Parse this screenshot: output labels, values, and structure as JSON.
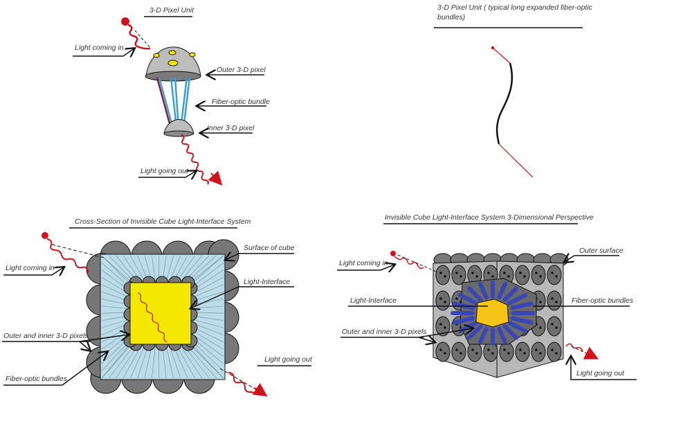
{
  "colors": {
    "light": "#d0121b",
    "fiber": "#3b9fd0",
    "pixel": "#bdbdbd",
    "interface": "#f5e800",
    "bundle3d": "#3a46b8",
    "face": "#b8b8b8"
  },
  "panel_pixel_unit": {
    "title": "3-D Pixel Unit",
    "labels": {
      "light_in": "Light coming in",
      "outer": "Outer 3-D pixel",
      "bundle": "Fiber-optic bundle",
      "inner": "Inner 3-D pixel",
      "light_out": "Light going out"
    }
  },
  "panel_long_unit": {
    "title_line1": "3-D Pixel Unit ( typical long expanded fiber-optic",
    "title_line2": "bundles)"
  },
  "panel_cross_section": {
    "title": "Cross-Section of Invisible Cube Light-Interface System",
    "labels": {
      "light_in": "Light coming in",
      "surface": "Surface of cube",
      "interface": "Light-Interface",
      "pixels": "Outer and inner 3-D pixels",
      "light_out": "Light going out",
      "bundles": "Fiber-optic bundles"
    }
  },
  "panel_perspective": {
    "title": "Invisible Cube Light-Interface System 3-Dimensional Perspective",
    "labels": {
      "light_in": "Light coming in",
      "surface": "Outer surface",
      "interface": "Light-Interface",
      "bundles": "Fiber-optic bundles",
      "pixels": "Outer and inner 3-D pixels",
      "light_out": "Light going out"
    }
  }
}
